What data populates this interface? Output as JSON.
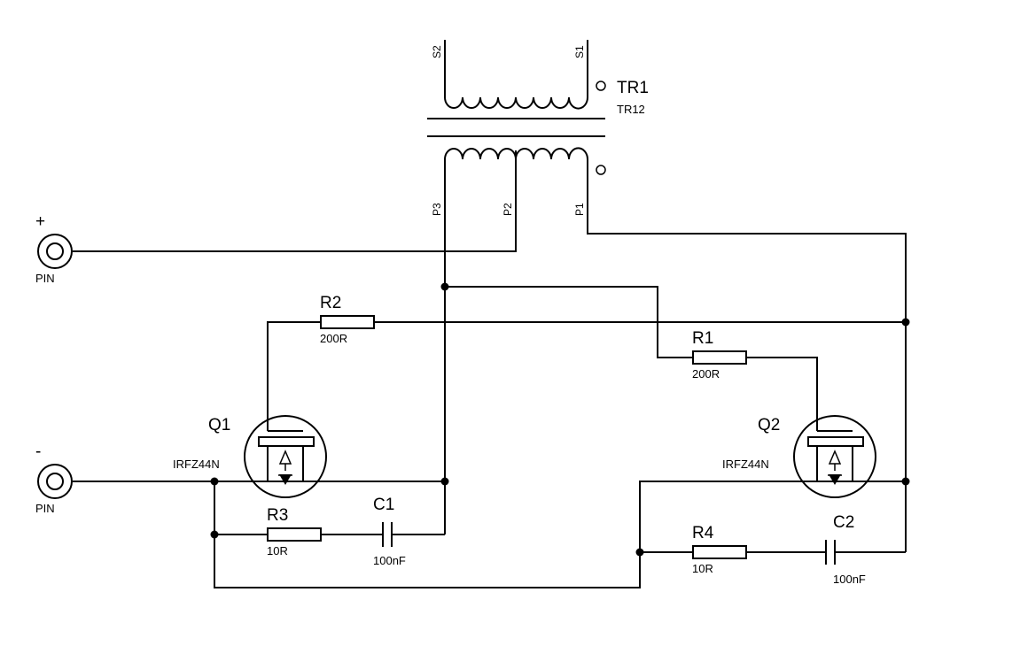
{
  "transformer": {
    "ref": "TR1",
    "value": "TR12",
    "pins": {
      "s1": "S1",
      "s2": "S2",
      "p1": "P1",
      "p2": "P2",
      "p3": "P3"
    }
  },
  "connectors": [
    {
      "sign": "+",
      "label": "PIN"
    },
    {
      "sign": "-",
      "label": "PIN"
    }
  ],
  "resistors": {
    "r1": {
      "ref": "R1",
      "value": "200R"
    },
    "r2": {
      "ref": "R2",
      "value": "200R"
    },
    "r3": {
      "ref": "R3",
      "value": "10R"
    },
    "r4": {
      "ref": "R4",
      "value": "10R"
    }
  },
  "capacitors": {
    "c1": {
      "ref": "C1",
      "value": "100nF"
    },
    "c2": {
      "ref": "C2",
      "value": "100nF"
    }
  },
  "transistors": {
    "q1": {
      "ref": "Q1",
      "value": "IRFZ44N"
    },
    "q2": {
      "ref": "Q2",
      "value": "IRFZ44N"
    }
  },
  "colors": {
    "ink": "#000000",
    "background": "#ffffff"
  }
}
